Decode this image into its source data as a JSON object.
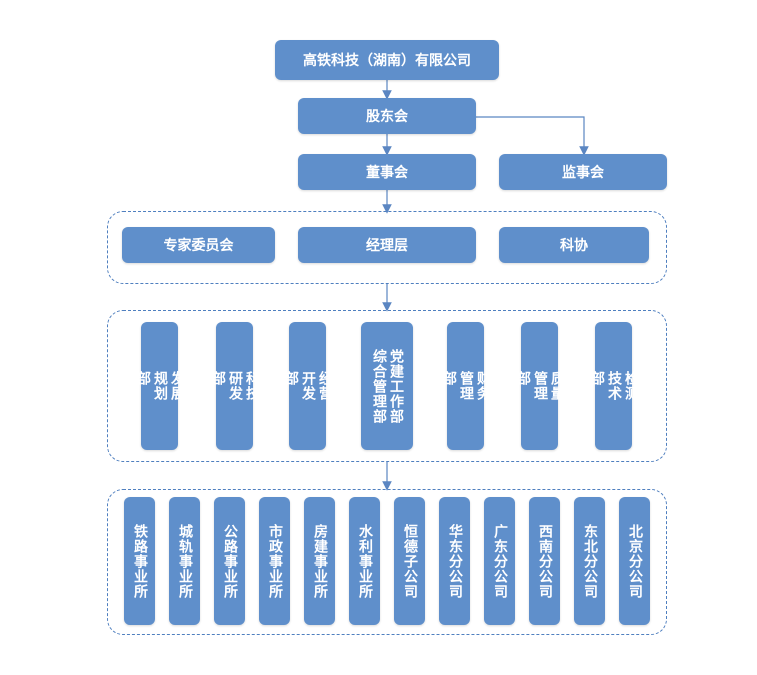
{
  "colors": {
    "box": "#5f8fcb",
    "line": "#5b86c2",
    "dashed_border": "#4f7fbf"
  },
  "top": {
    "company": "高铁科技（湖南）有限公司",
    "shareholders": "股东会",
    "board": "董事会",
    "supervisors": "监事会"
  },
  "management": [
    "专家委员会",
    "经理层",
    "科协"
  ],
  "departments": [
    "发展\n规划\n部",
    "科技\n研发\n部",
    "经营\n开发\n部",
    "党建工作部\n综合管理部",
    "财务\n管理\n部",
    "质量\n管理\n部",
    "检测\n技术\n部"
  ],
  "units": [
    "铁路事业所",
    "城轨事业所",
    "公路事业所",
    "市政事业所",
    "房建事业所",
    "水利事业所",
    "恒德子公司",
    "华东分公司",
    "广东分公司",
    "西南分公司",
    "东北分公司",
    "北京分公司"
  ]
}
